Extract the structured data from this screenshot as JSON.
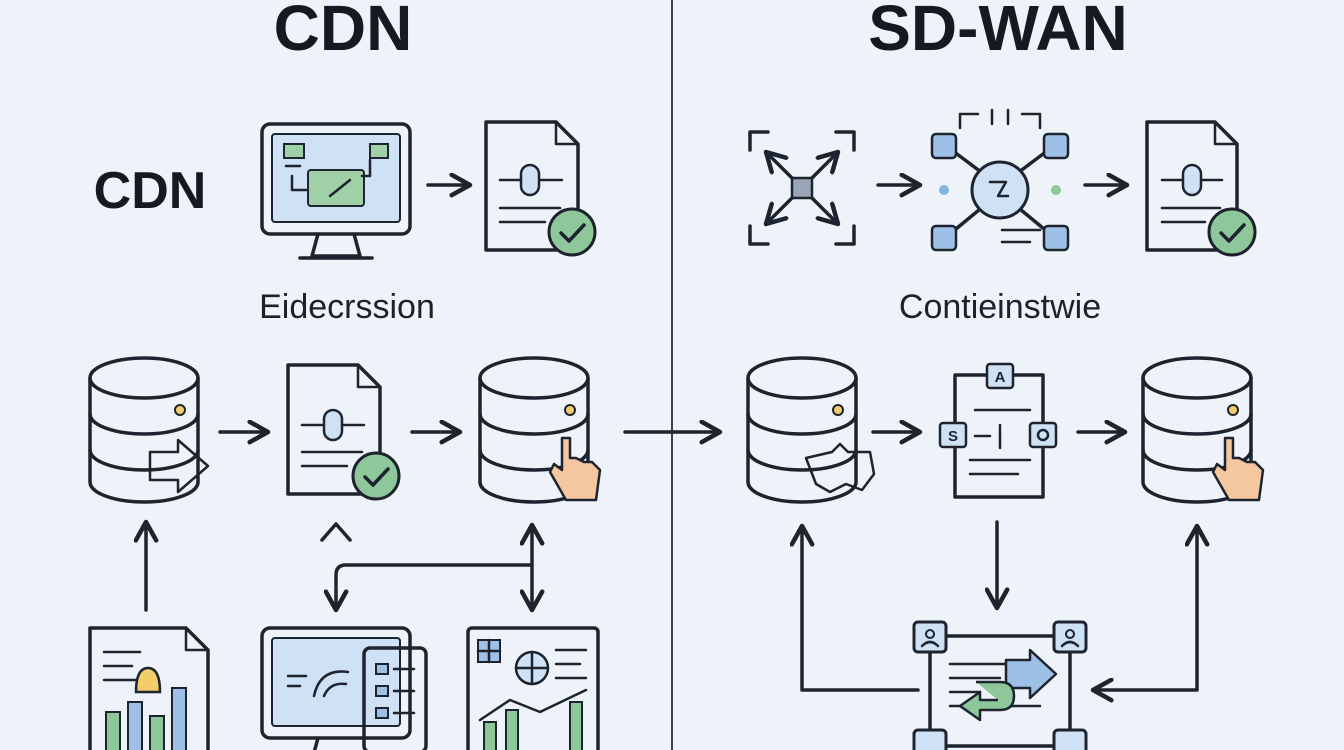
{
  "titles": {
    "left": "CDN",
    "right": "SD-WAN",
    "left_side": "CDN"
  },
  "labels": {
    "left_caption": "Eidecrssion",
    "right_caption": "Contieinstwie"
  },
  "icon_letters": {
    "doc_top": "A",
    "doc_left": "S"
  },
  "colors": {
    "background": "#eef3f9",
    "stroke": "#1d2430",
    "blue_fill": "#b9d2ee",
    "green_fill": "#8ec79a",
    "green_dark": "#5aa66a",
    "hand": "#f4c7a1",
    "yellow": "#f2cd6a",
    "divider": "#3b4350"
  }
}
